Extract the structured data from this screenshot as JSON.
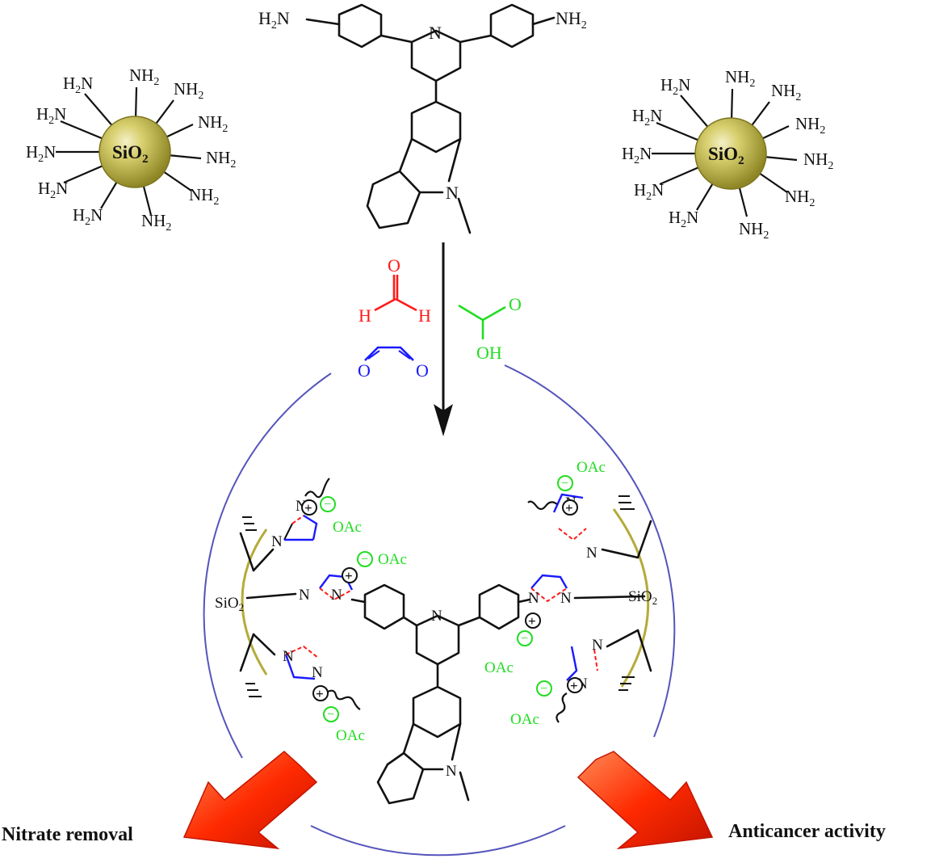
{
  "reagents": {
    "silica_label": "SiO",
    "silica_sub": "2",
    "amine_left": "H",
    "amine_n": "N",
    "amine_right": "NH",
    "amine_sub": "2",
    "core_nh2": "NH",
    "core_h2n": "H",
    "core_n": "N"
  },
  "arrow_reagents": {
    "formaldehyde": {
      "o": "O",
      "h_left": "H",
      "h_right": "H"
    },
    "glyoxal": {
      "o_left": "O",
      "o_right": "O"
    },
    "acetic_acid": {
      "o": "O",
      "oh": "OH"
    }
  },
  "product": {
    "anion": "OAc",
    "minus": "−",
    "plus": "+",
    "silica_small": "SiO",
    "silica_small_sub": "2",
    "n": "N"
  },
  "applications": {
    "left": "Nitrate removal",
    "right": "Anticancer activity"
  },
  "colors": {
    "formaldehyde": "#ff1a1a",
    "glyoxal": "#1a1aff",
    "acetic_acid": "#22dd22",
    "cycle": "#5555bb",
    "silica": "#b5ab3a",
    "arrow": "#ff3300"
  }
}
